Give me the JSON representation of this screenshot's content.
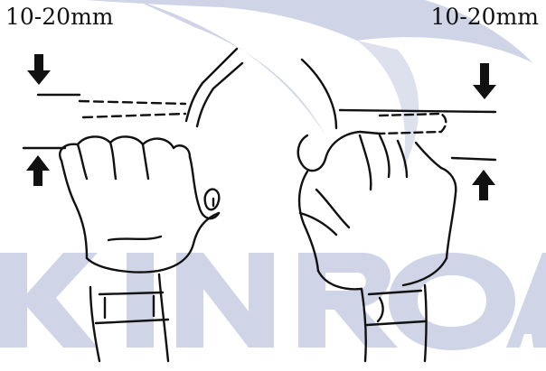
{
  "measurements": {
    "left": "10-20mm",
    "right": "10-20mm"
  },
  "watermark": {
    "text": "KINROA",
    "color": "#c8cee2"
  },
  "colors": {
    "line": "#111111",
    "background": "#ffffff"
  }
}
